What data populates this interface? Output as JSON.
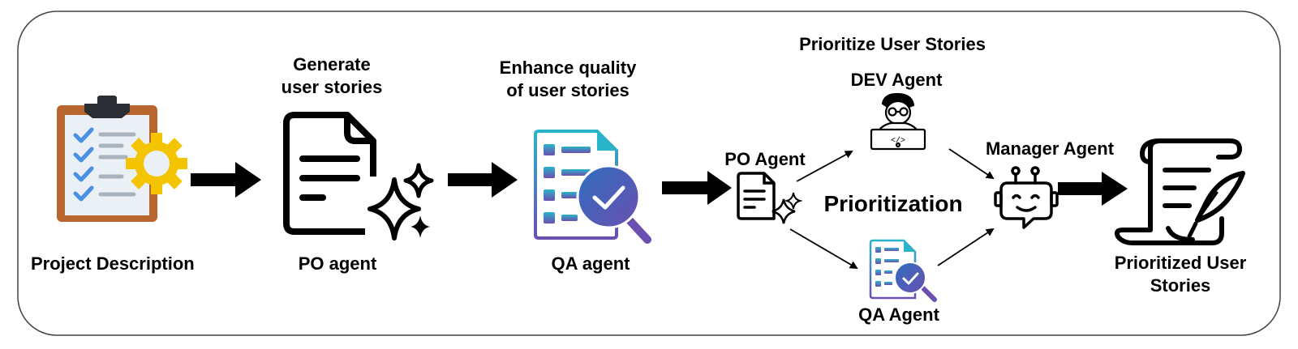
{
  "steps": {
    "project": {
      "label": "Project Description",
      "icon": "clipboard-gear-icon"
    },
    "po": {
      "caption_line1": "Generate",
      "caption_line2": "user stories",
      "label": "PO agent",
      "icon": "document-sparkle-icon"
    },
    "qa": {
      "caption_line1": "Enhance quality",
      "caption_line2": "of user stories",
      "label": "QA agent",
      "icon": "checklist-magnifier-icon"
    }
  },
  "prioritize": {
    "title": "Prioritize User Stories",
    "po_agent": "PO Agent",
    "dev_agent": "DEV Agent",
    "qa_agent": "QA Agent",
    "center_label": "Prioritization",
    "manager_agent": "Manager Agent"
  },
  "output": {
    "label_line1": "Prioritized User",
    "label_line2": "Stories",
    "icon": "scroll-quill-icon"
  },
  "colors": {
    "clipboard_board": "#b8652e",
    "clipboard_clip": "#2b2f33",
    "check_blue": "#4a90e2",
    "gear_yellow": "#f5c400",
    "doc_teal": "#29b5c9",
    "doc_purple": "#6a4fb0",
    "magnifier_blue": "#2f5fa6"
  }
}
